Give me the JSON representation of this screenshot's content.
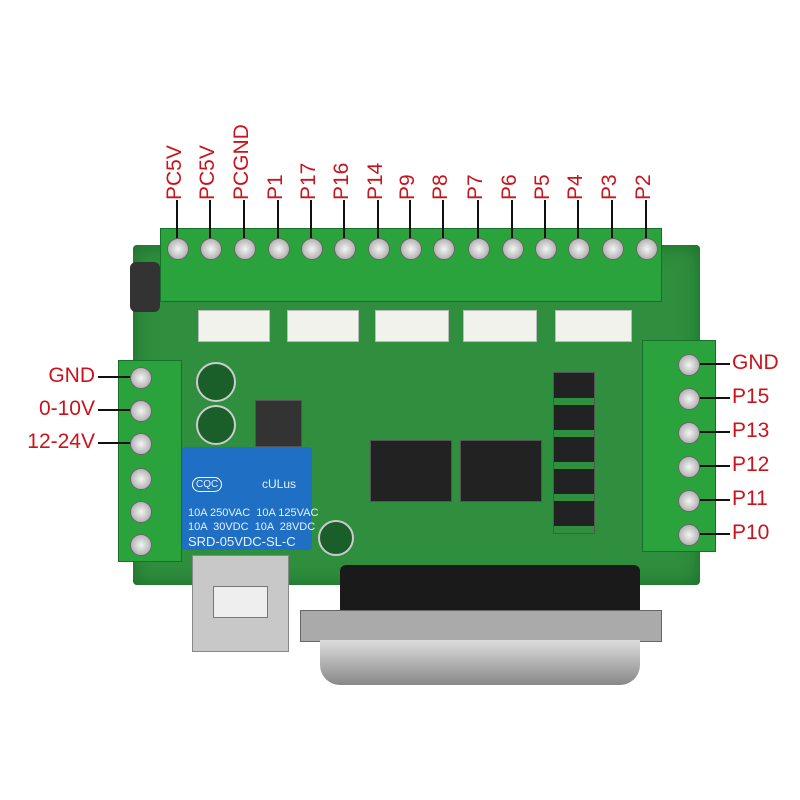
{
  "top_labels": [
    "PC5V",
    "PC5V",
    "PCGND",
    "P1",
    "P17",
    "P16",
    "P14",
    "P9",
    "P8",
    "P7",
    "P6",
    "P5",
    "P4",
    "P3",
    "P2"
  ],
  "left_labels": [
    "GND",
    "0-10V",
    "12-24V"
  ],
  "right_labels": [
    "GND",
    "P15",
    "P13",
    "P12",
    "P11",
    "P10"
  ],
  "relay": {
    "logo1": "CQC",
    "logo2": "cULus",
    "line1": "10A 250VAC  10A 125VAC",
    "line2": "10A  30VDC  10A  28VDC",
    "model": "SRD-05VDC-SL-C"
  },
  "colors": {
    "label": "#c8141c",
    "board": "#2f8f3e",
    "terminal": "#2aa33d",
    "relay": "#1f6fc4"
  }
}
